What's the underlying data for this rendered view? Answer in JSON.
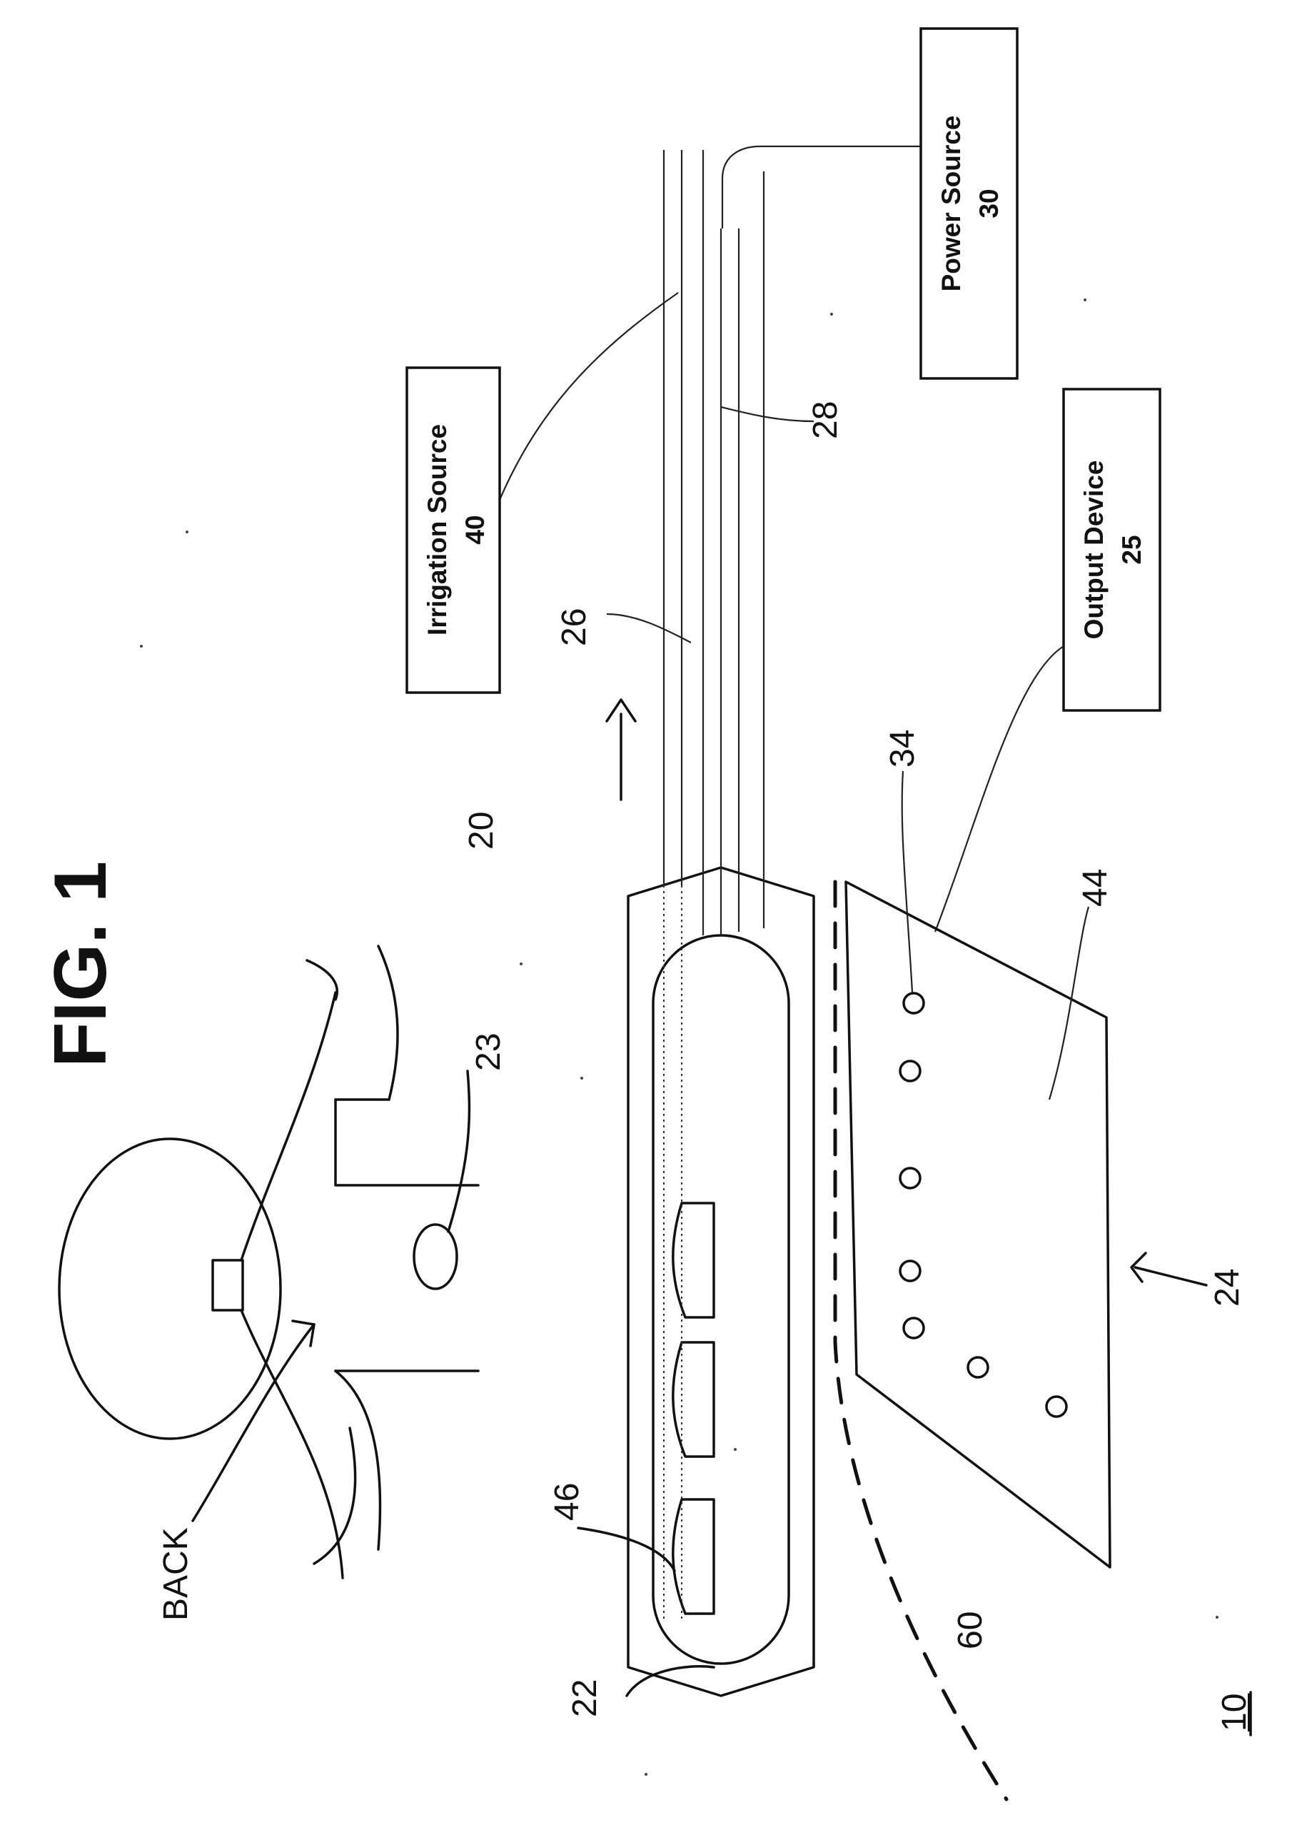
{
  "figure": {
    "title": "FIG. 1",
    "figure_number": "10",
    "boxes": {
      "power_source": {
        "name": "Power Source",
        "number": "30"
      },
      "irrigation_source": {
        "name": "Irrigation Source",
        "number": "40"
      },
      "output_device": {
        "name": "Output Device",
        "number": "25"
      }
    },
    "labels": {
      "back": "BACK",
      "probe": "20",
      "capsule": "22",
      "target": "23",
      "pad": "24",
      "line_upper": "26",
      "line_lower": "28",
      "electrode": "34",
      "pad_surface": "44",
      "sensor": "46",
      "field": "60"
    }
  }
}
